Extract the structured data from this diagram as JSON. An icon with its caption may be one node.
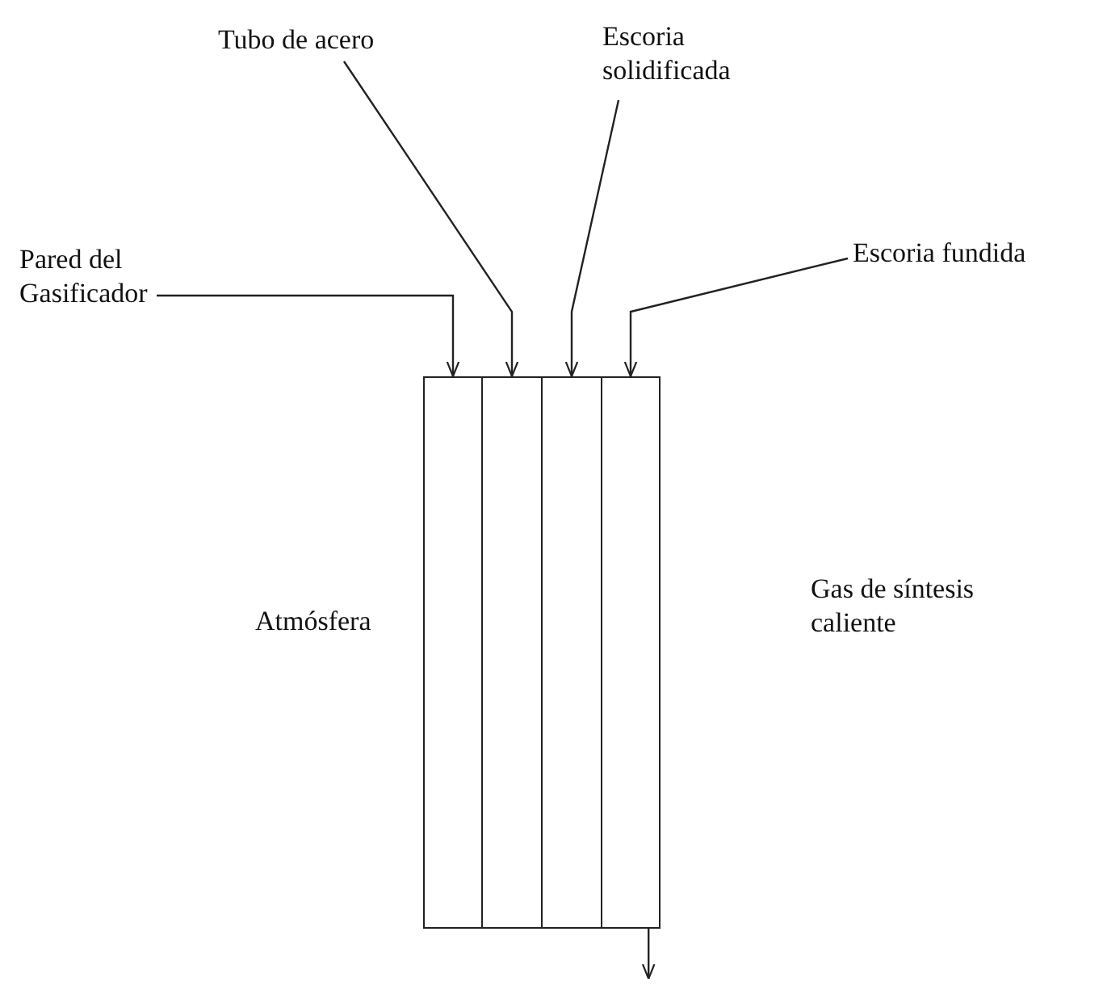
{
  "diagram": {
    "nodes": [
      {
        "text": [
          "Pared del Gasificador"
        ]
      },
      {
        "text": [
          "Tubo de acero"
        ]
      },
      {
        "text": [
          "Escoria solidificada"
        ]
      },
      {
        "text": [
          "Escoria fundida"
        ]
      },
      {
        "text": [],
        "shape": "box"
      },
      {
        "text": [],
        "shape": "box"
      },
      {
        "text": [],
        "shape": "box"
      },
      {
        "text": [],
        "shape": "box"
      }
    ],
    "edges": [
      {
        "from": 0,
        "to": 4,
        "arrow": "to"
      },
      {
        "from": 1,
        "to": 5,
        "arrow": "to"
      },
      {
        "from": 2,
        "to": 6,
        "arrow": "to"
      },
      {
        "from": 3,
        "to": 7,
        "arrow": "to"
      },
      {
        "from": 7,
        "to": null,
        "arrow": "to"
      }
    ],
    "labels": [
      "Atmósfera",
      "Gas de síntesis caliente"
    ]
  }
}
